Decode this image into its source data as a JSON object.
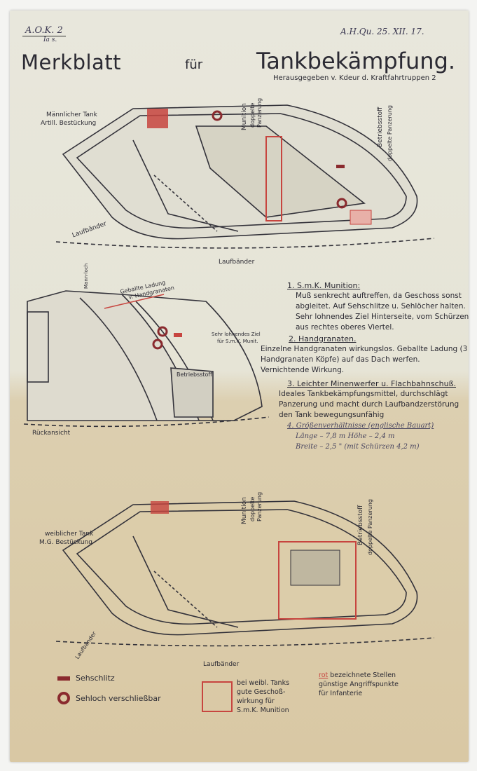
{
  "header": {
    "reference": "A.O.K. 2",
    "reference_sub": "Ia s.",
    "date": "A.H.Qu. 25. XII. 17.",
    "title_part1": "Merkblatt",
    "title_part2": "für",
    "title_part3": "Tankbekämpfung.",
    "subtitle": "Herausgegeben v. Kdeur d. Kraftfahrtruppen 2"
  },
  "figure_male": {
    "caption_line1": "Männlicher Tank",
    "caption_line2": "Artill. Bestückung",
    "label_munition": "Munition",
    "label_munition_armor": "doppelte Panzerung",
    "label_fuel": "Betriebsstoff",
    "label_fuel_armor": "doppelte Panzerung",
    "label_tracks_left": "Laufbänder",
    "label_tracks_bottom": "Laufbänder"
  },
  "figure_rear": {
    "label_manhole": "Mann-loch",
    "label_charge_line1": "Geballte Ladung",
    "label_charge_line2": "v. Handgranaten",
    "label_target_line1": "Sehr lohnendes Ziel",
    "label_target_line2": "für S.m.K. Munit.",
    "label_fuel": "Betriebsstoff",
    "caption": "Rückansicht"
  },
  "instructions": [
    {
      "heading": "1. S.m.K. Munition:",
      "text": "Muß senkrecht auftreffen, da Geschoss sonst abgleitet. Auf Sehschlitze u. Sehlöcher halten. Sehr lohnendes Ziel Hinterseite, vom Schürzen aus rechtes oberes Viertel."
    },
    {
      "heading": "2. Handgranaten.",
      "text": "Einzelne Handgranaten wirkungslos. Geballte Ladung (3 Handgranaten Köpfe) auf das Dach werfen. Vernichtende Wirkung."
    },
    {
      "heading": "3. Leichter Minenwerfer u. Flachbahnschuß.",
      "text": "Ideales Tankbekämpfungsmittel, durchschlägt Panzerung und macht durch Laufbandzerstörung den Tank bewegungsunfähig"
    }
  ],
  "handwritten_note": {
    "line1": "4. Größenverhältnisse (englische Bauart)",
    "line2": "Länge – 7,8 m      Höhe – 2,4 m",
    "line3": "Breite – 2,5 \" (mit Schürzen 4,2 m)"
  },
  "figure_female": {
    "caption_line1": "weiblicher Tank",
    "caption_line2": "M.G. Bestückung",
    "label_munition": "Munition",
    "label_munition_armor": "doppelte Panzerung",
    "label_fuel": "Betriebsstoff",
    "label_fuel_armor": "doppelte Panzerung",
    "label_tracks_left": "Laufbänder",
    "label_tracks_bottom": "Laufbänder"
  },
  "legend": {
    "slit": "Sehschlitz",
    "hole": "Sehloch verschließbar",
    "box_line1": "bei weibl. Tanks",
    "box_line2": "gute Geschoß-",
    "box_line3": "wirkung für",
    "box_line4": "S.m.K. Munition",
    "red_word": "rot",
    "red_line1": "bezeichnete Stellen",
    "red_line2": "günstige Angriffspunkte",
    "red_line3": "für Infanterie"
  },
  "colors": {
    "paper": "#e8e7dc",
    "ink": "#2b2a33",
    "red_marking": "#c7453f",
    "dark_red": "#8a2a2e"
  }
}
